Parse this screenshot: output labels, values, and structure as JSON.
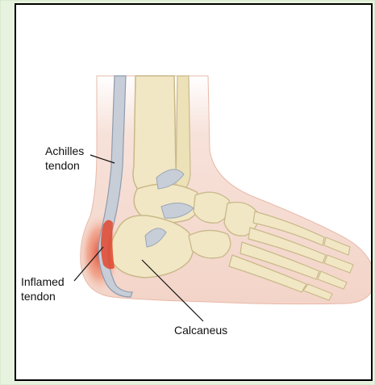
{
  "labels": {
    "achilles_line1": "Achilles",
    "achilles_line2": "tendon",
    "inflamed_line1": "Inflamed",
    "inflamed_line2": "tendon",
    "calcaneus": "Calcaneus"
  },
  "colors": {
    "background": "#e8f3df",
    "panel_border": "#000000",
    "skin": "#f6ddd3",
    "bone": "#f1e7c4",
    "tendon": "#c7ced8",
    "inflammation": "#e2472f"
  }
}
